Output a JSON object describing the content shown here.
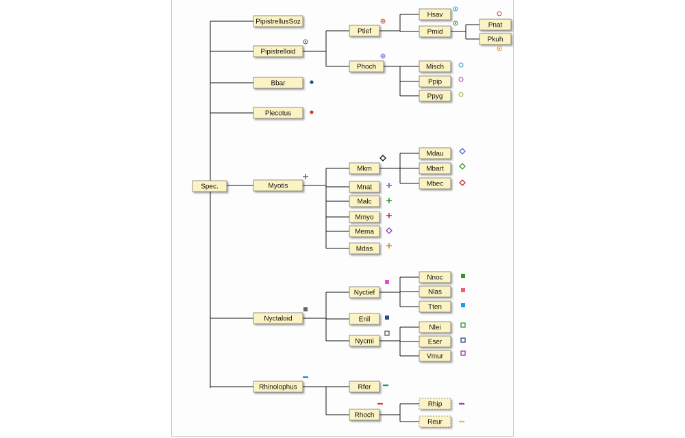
{
  "nodes": [
    {
      "id": "spec",
      "label": "Spec."
    },
    {
      "id": "pipsoz",
      "label": "PipistrellusSoz"
    },
    {
      "id": "pipistrelloid",
      "label": "Pipistrelloid",
      "marker": {
        "shape": "circle-dot",
        "color": "#555555"
      }
    },
    {
      "id": "bbar",
      "label": "Bbar",
      "marker": {
        "shape": "dot",
        "color": "#2a4a8a"
      }
    },
    {
      "id": "plecotus",
      "label": "Plecotus",
      "marker": {
        "shape": "dot",
        "color": "#d03a20"
      }
    },
    {
      "id": "myotis",
      "label": "Myotis",
      "marker": {
        "shape": "plus",
        "color": "#666666"
      }
    },
    {
      "id": "nyctaloid",
      "label": "Nyctaloid",
      "marker": {
        "shape": "square",
        "color": "#666666"
      }
    },
    {
      "id": "rhinolophus",
      "label": "Rhinolophus",
      "marker": {
        "shape": "dash",
        "color": "#2a8ac8"
      }
    },
    {
      "id": "ptief",
      "label": "Ptief",
      "marker": {
        "shape": "circle-dot",
        "color": "#d03a20"
      }
    },
    {
      "id": "phoch",
      "label": "Phoch",
      "marker": {
        "shape": "circle-dot",
        "color": "#6a5acd"
      }
    },
    {
      "id": "hsav",
      "label": "Hsav",
      "marker": {
        "shape": "circle-dot",
        "color": "#2a9ad8"
      }
    },
    {
      "id": "pmid",
      "label": "Pmid",
      "marker": {
        "shape": "circle-dot",
        "color": "#2a8a3a"
      }
    },
    {
      "id": "pnat",
      "label": "Pnat",
      "marker": {
        "shape": "circle",
        "color": "#d03a20"
      }
    },
    {
      "id": "pkuh",
      "label": "Pkuh",
      "marker": {
        "shape": "circle-dot",
        "color": "#e08a20"
      }
    },
    {
      "id": "misch",
      "label": "Misch",
      "marker": {
        "shape": "circle",
        "color": "#2a9aaa"
      }
    },
    {
      "id": "ppip",
      "label": "Ppip",
      "marker": {
        "shape": "circle",
        "color": "#b040b0"
      }
    },
    {
      "id": "ppyg",
      "label": "Ppyg",
      "marker": {
        "shape": "circle",
        "color": "#9ab020"
      }
    },
    {
      "id": "mkm",
      "label": "Mkm",
      "marker": {
        "shape": "diamond",
        "color": "#111111"
      }
    },
    {
      "id": "mnat",
      "label": "Mnat",
      "marker": {
        "shape": "plus",
        "color": "#4a6ad8"
      }
    },
    {
      "id": "malc",
      "label": "Malc",
      "marker": {
        "shape": "plus",
        "color": "#2a9a2a"
      }
    },
    {
      "id": "mmyo",
      "label": "Mmyo",
      "marker": {
        "shape": "plus",
        "color": "#c83030"
      }
    },
    {
      "id": "mema",
      "label": "Mema",
      "marker": {
        "shape": "diamond",
        "color": "#8a3ab0"
      }
    },
    {
      "id": "mdas",
      "label": "Mdas",
      "marker": {
        "shape": "plus",
        "color": "#c8901a"
      }
    },
    {
      "id": "mdau",
      "label": "Mdau",
      "marker": {
        "shape": "diamond",
        "color": "#4a6ad8"
      }
    },
    {
      "id": "mbart",
      "label": "Mbart",
      "marker": {
        "shape": "diamond",
        "color": "#2a9a2a"
      }
    },
    {
      "id": "mbec",
      "label": "Mbec",
      "marker": {
        "shape": "diamond",
        "color": "#d02020"
      }
    },
    {
      "id": "nyctief",
      "label": "Nyctief",
      "marker": {
        "shape": "square",
        "color": "#e050d0"
      }
    },
    {
      "id": "enil",
      "label": "Enil",
      "marker": {
        "shape": "square",
        "color": "#2a4a8a"
      }
    },
    {
      "id": "nycmi",
      "label": "Nycmi",
      "marker": {
        "shape": "square-outline",
        "color": "#555555"
      }
    },
    {
      "id": "nnoc",
      "label": "Nnoc",
      "marker": {
        "shape": "square",
        "color": "#2a9a2a"
      }
    },
    {
      "id": "nlas",
      "label": "Nlas",
      "marker": {
        "shape": "square",
        "color": "#f06070"
      }
    },
    {
      "id": "tten",
      "label": "Tten",
      "marker": {
        "shape": "square",
        "color": "#1a9ae8"
      }
    },
    {
      "id": "nlei",
      "label": "Nlei",
      "marker": {
        "shape": "square-outline",
        "color": "#2a9a2a"
      }
    },
    {
      "id": "eser",
      "label": "Eser",
      "marker": {
        "shape": "square-outline",
        "color": "#2a4a8a"
      }
    },
    {
      "id": "vmur",
      "label": "Vmur",
      "marker": {
        "shape": "square-outline",
        "color": "#9a30b0"
      }
    },
    {
      "id": "rfer",
      "label": "Rfer",
      "marker": {
        "shape": "dash",
        "color": "#1a9a6a"
      }
    },
    {
      "id": "rhoch",
      "label": "Rhoch",
      "marker": {
        "shape": "dash",
        "color": "#e04020"
      }
    },
    {
      "id": "rhip",
      "label": "Rhip",
      "marker": {
        "shape": "dash",
        "color": "#b030c0"
      },
      "dashed": true
    },
    {
      "id": "reur",
      "label": "Reur",
      "marker": {
        "shape": "dash",
        "color": "#c8d040"
      },
      "dashed": true
    }
  ],
  "edges": [
    [
      "spec",
      "pipsoz"
    ],
    [
      "spec",
      "pipistrelloid"
    ],
    [
      "spec",
      "bbar"
    ],
    [
      "spec",
      "plecotus"
    ],
    [
      "spec",
      "myotis"
    ],
    [
      "spec",
      "nyctaloid"
    ],
    [
      "spec",
      "rhinolophus"
    ],
    [
      "pipistrelloid",
      "ptief"
    ],
    [
      "pipistrelloid",
      "phoch"
    ],
    [
      "ptief",
      "hsav"
    ],
    [
      "ptief",
      "pmid"
    ],
    [
      "pmid",
      "pnat"
    ],
    [
      "pmid",
      "pkuh"
    ],
    [
      "phoch",
      "misch"
    ],
    [
      "phoch",
      "ppip"
    ],
    [
      "phoch",
      "ppyg"
    ],
    [
      "myotis",
      "mkm"
    ],
    [
      "myotis",
      "mnat"
    ],
    [
      "myotis",
      "malc"
    ],
    [
      "myotis",
      "mmyo"
    ],
    [
      "myotis",
      "mema"
    ],
    [
      "myotis",
      "mdas"
    ],
    [
      "mkm",
      "mdau"
    ],
    [
      "mkm",
      "mbart"
    ],
    [
      "mkm",
      "mbec"
    ],
    [
      "nyctaloid",
      "nyctief"
    ],
    [
      "nyctaloid",
      "enil"
    ],
    [
      "nyctaloid",
      "nycmi"
    ],
    [
      "nyctief",
      "nnoc"
    ],
    [
      "nyctief",
      "nlas"
    ],
    [
      "nyctief",
      "tten"
    ],
    [
      "nycmi",
      "nlei"
    ],
    [
      "nycmi",
      "eser"
    ],
    [
      "nycmi",
      "vmur"
    ],
    [
      "rhinolophus",
      "rfer"
    ],
    [
      "rhinolophus",
      "rhoch"
    ],
    [
      "rhoch",
      "rhip"
    ],
    [
      "rhoch",
      "reur"
    ]
  ]
}
